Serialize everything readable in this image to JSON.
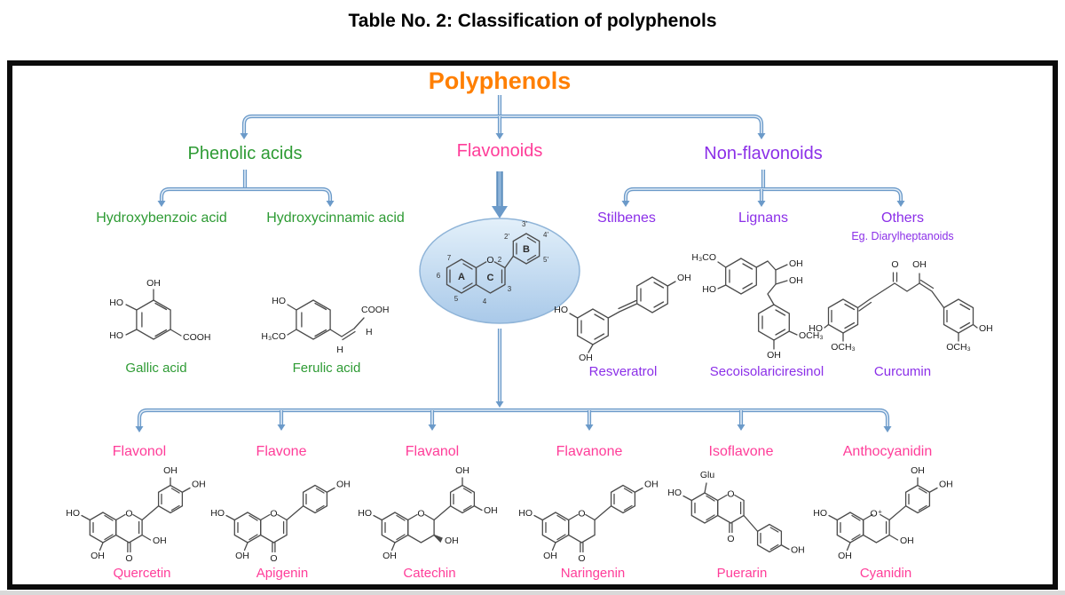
{
  "title": "Table No. 2: Classification of polyphenols",
  "root_label": "Polyphenols",
  "branches": {
    "phenolic": {
      "label": "Phenolic acids",
      "children": [
        "Hydroxybenzoic acid",
        "Hydroxycinnamic acid"
      ]
    },
    "flavonoids": {
      "label": "Flavonoids",
      "children": [
        "Flavonol",
        "Flavone",
        "Flavanol",
        "Flavanone",
        "Isoflavone",
        "Anthocyanidin"
      ]
    },
    "nonflavonoids": {
      "label": "Non-flavonoids",
      "children": [
        "Stilbenes",
        "Lignans",
        "Others"
      ],
      "others_note": "Eg. Diarylheptanoids"
    }
  },
  "flavonoid_core": {
    "o": "O",
    "rings": [
      "A",
      "C",
      "B"
    ],
    "positions": [
      "2",
      "3",
      "4",
      "5",
      "6",
      "7",
      "2'",
      "3'",
      "4'",
      "5'"
    ]
  },
  "compounds": {
    "gallic_acid": {
      "name": "Gallic acid",
      "atoms": [
        "OH",
        "HO",
        "HO",
        "COOH"
      ]
    },
    "ferulic_acid": {
      "name": "Ferulic acid",
      "atoms": [
        "HO",
        "H₃CO",
        "COOH",
        "H",
        "H"
      ]
    },
    "resveratrol": {
      "name": "Resveratrol",
      "atoms": [
        "HO",
        "OH",
        "OH"
      ]
    },
    "secoisolariciresinol": {
      "name": "Secoisolariciresinol",
      "atoms": [
        "H₃CO",
        "HO",
        "OH",
        "OH",
        "OCH₃",
        "OH"
      ]
    },
    "curcumin": {
      "name": "Curcumin",
      "atoms": [
        "O",
        "OH",
        "HO",
        "OCH₃",
        "OH",
        "OCH₃"
      ]
    },
    "quercetin": {
      "name": "Quercetin",
      "atoms": [
        "HO",
        "O",
        "OH",
        "OH",
        "OH",
        "OH",
        "O"
      ]
    },
    "apigenin": {
      "name": "Apigenin",
      "atoms": [
        "HO",
        "O",
        "OH",
        "OH",
        "O"
      ]
    },
    "catechin": {
      "name": "Catechin",
      "atoms": [
        "HO",
        "O",
        "OH",
        "OH",
        "OH",
        "OH"
      ]
    },
    "naringenin": {
      "name": "Naringenin",
      "atoms": [
        "HO",
        "O",
        "OH",
        "OH",
        "O"
      ]
    },
    "puerarin": {
      "name": "Puerarin",
      "atoms": [
        "Glu",
        "HO",
        "O",
        "O",
        "OH"
      ]
    },
    "cyanidin": {
      "name": "Cyanidin",
      "atoms": [
        "OH",
        "OH",
        "HO",
        "O⁺",
        "OH",
        "OH"
      ]
    }
  },
  "colors": {
    "root": "#FF7F00",
    "phenolic_green": "#2E9B34",
    "flavonoid_pink": "#FF3D99",
    "nonflavonoid_purple": "#8B2FE8",
    "connector_blue": "#6B9AC9"
  }
}
